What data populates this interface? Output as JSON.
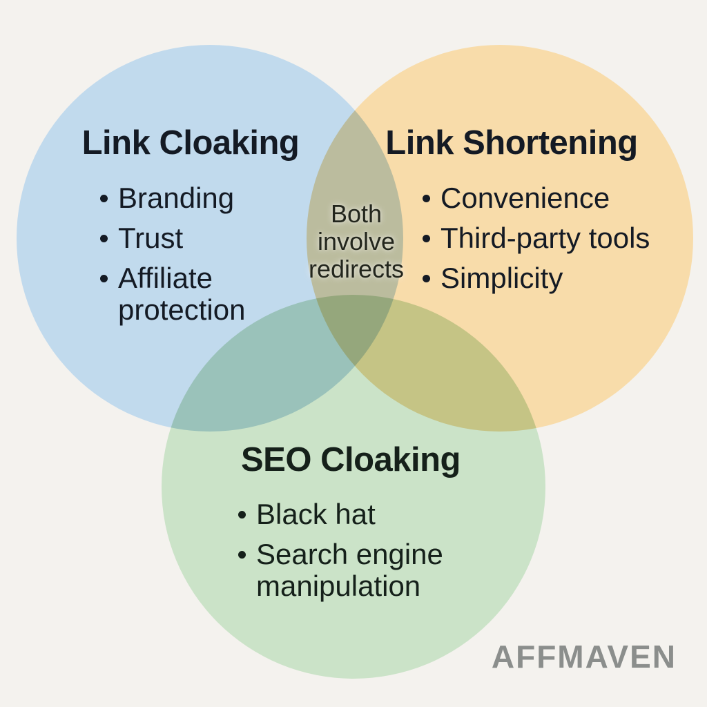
{
  "background_color": "#f4f2ee",
  "circles": [
    {
      "id": "link-cloaking",
      "title": "Link Cloaking",
      "color": "#c1daed",
      "items": [
        "Branding",
        "Trust",
        "Affiliate protection"
      ]
    },
    {
      "id": "link-shortening",
      "title": "Link Shortening",
      "color": "#f8dcaa",
      "items": [
        "Convenience",
        "Third-party tools",
        "Simplicity"
      ]
    },
    {
      "id": "seo-cloaking",
      "title": "SEO Cloaking",
      "color": "#cbe3c8",
      "items": [
        "Black hat",
        "Search engine manipulation"
      ]
    }
  ],
  "center_overlap_label": "Both involve redirects",
  "watermark": {
    "text": "AFFMAVEN",
    "color": "#8b8e8c"
  },
  "text_colors": {
    "top": "#141a24",
    "bottom": "#15201a",
    "center": "#23261d"
  }
}
